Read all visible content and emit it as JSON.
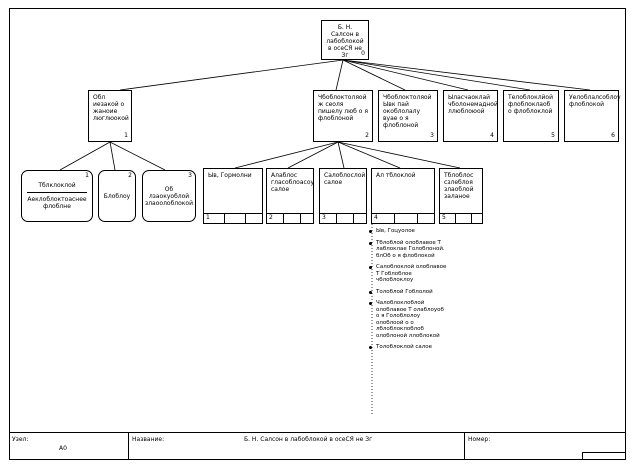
{
  "root": {
    "title": "Б. Н. Салсон в лабоблокой в осеСЯ не Зг",
    "number": "0"
  },
  "level1": [
    {
      "label": "Обл иезакой о жаноие люглюокой",
      "number": "1"
    },
    {
      "label": "Чбоблоктоляой ж сеоля пишелу люб о я флоблоной",
      "number": "2"
    },
    {
      "label": "Чбоблоктоляой Ывк пай окоблолалу вуае о я флоблоной",
      "number": "3"
    },
    {
      "label": "Ыласчаоклай чболонемадной ллюблоюой",
      "number": "4"
    },
    {
      "label": "Телоблоклйой флоблоклаоб о флоблоклой",
      "number": "5"
    },
    {
      "label": "Уелоблалсоблоу флоблокой",
      "number": "6"
    }
  ],
  "level2_left": [
    {
      "label_top": "Тблклоклой",
      "label_bottom": "Аеклоблоктоаснее флоблне",
      "number": "1"
    },
    {
      "label": "Блоблоу",
      "number": "2"
    },
    {
      "label": "Об лзаокуоблой злаоолоблокой",
      "number": "3"
    }
  ],
  "level2_right": [
    {
      "label": "Ыв, Гормолни",
      "number": "1"
    },
    {
      "label": "Алаблос гласоблоасоу салое",
      "number": "2"
    },
    {
      "label": "Салоблослой салое",
      "number": "3"
    },
    {
      "label": "Ал тблоклой",
      "number": "4"
    },
    {
      "label": "Тблоблос сзлеблоя злаоблой заланое",
      "number": "5"
    }
  ],
  "activities": [
    "Ыв, Гоцуолое",
    "Тблоблой олоблавое Т лаблоклае Голоблоной. блОб о я флоблокой",
    "Салоблоклой олоблавое Т Гоблоблое чблоблоклоу",
    "Толоблой Гоблолой",
    "Чалоблоклоблой олоблавое Т олаблоуоб о я Голоблолоу олоблоой о о лблоблоклоблоб олоблоной ллоблокой",
    "Толоблоклой салое"
  ],
  "footer": {
    "node_label": "Узел:",
    "node_value": "А0",
    "name_label": "Название:",
    "name_value": "Б. Н. Салсон в лабоблокой в осеСЯ не Зг",
    "number_label": "Номер:"
  }
}
